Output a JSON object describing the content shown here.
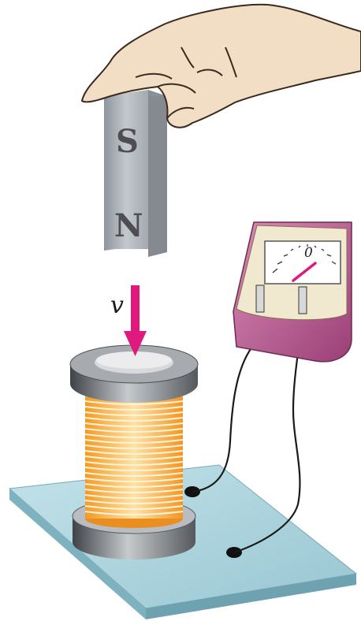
{
  "magnet": {
    "top_pole": "S",
    "bottom_pole": "N"
  },
  "velocity_label": "v",
  "meter": {
    "zero_label": "0"
  },
  "colors": {
    "arrow": "#e0197f",
    "coil": "#f6a234",
    "meter_case": "#b4558e",
    "base_plate": "#a7cfd9",
    "magnet": "#aeb3b9"
  },
  "icons": [
    "hand-icon",
    "bar-magnet",
    "velocity-arrow",
    "coil",
    "galvanometer",
    "base-plate"
  ]
}
